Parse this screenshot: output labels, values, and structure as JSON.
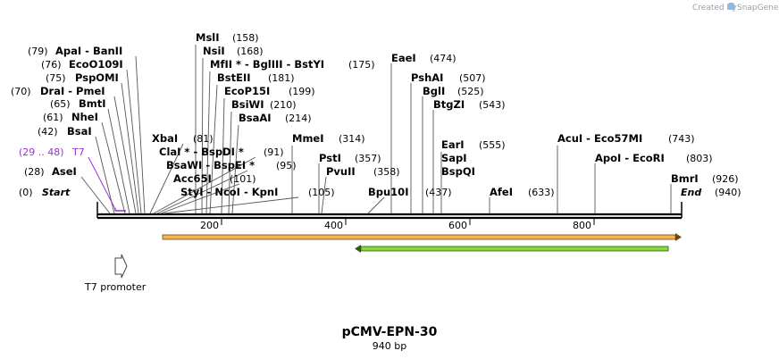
{
  "credit": {
    "prefix": "Created by",
    "brand": "SnapGene"
  },
  "plasmid": {
    "name": "pCMV-EPN-30",
    "length_label": "940 bp"
  },
  "axis": {
    "length_bp": 940,
    "ticks": [
      "200",
      "400",
      "600",
      "800"
    ]
  },
  "sites": [
    {
      "pos": "(0)",
      "name": "Start",
      "special": true
    },
    {
      "pos": "(28)",
      "name": "AseI"
    },
    {
      "pos": "(42)",
      "name": "BsaI"
    },
    {
      "pos": "(61)",
      "name": "NheI"
    },
    {
      "pos": "(65)",
      "name": "BmtI"
    },
    {
      "pos": "(70)",
      "name": "DraI  -  PmeI"
    },
    {
      "pos": "(75)",
      "name": "PspOMI"
    },
    {
      "pos": "(76)",
      "name": "EcoO109I"
    },
    {
      "pos": "(79)",
      "name": "ApaI  -  BanII"
    },
    {
      "pos": "(81)",
      "name": "XbaI"
    },
    {
      "pos": "(91)",
      "name": "ClaI *  -  BspDI *"
    },
    {
      "pos": "(95)",
      "name": "BsaWI  -  BspEI *"
    },
    {
      "pos": "(101)",
      "name": "Acc65I"
    },
    {
      "pos": "(105)",
      "name": "StyI   -  NcoI  -  KpnI"
    },
    {
      "pos": "(158)",
      "name": "MslI"
    },
    {
      "pos": "(168)",
      "name": "NsiI"
    },
    {
      "pos": "(175)",
      "name": "MfII *  -  BglIII  -  BstYI"
    },
    {
      "pos": "(181)",
      "name": "BstEII"
    },
    {
      "pos": "(199)",
      "name": "EcoP15I"
    },
    {
      "pos": "(210)",
      "name": "BsiWI"
    },
    {
      "pos": "(214)",
      "name": "BsaAI"
    },
    {
      "pos": "(314)",
      "name": "MmeI"
    },
    {
      "pos": "(357)",
      "name": "PstI"
    },
    {
      "pos": "(358)",
      "name": "PvuII"
    },
    {
      "pos": "(437)",
      "name": "Bpu10I"
    },
    {
      "pos": "(474)",
      "name": "EaeI"
    },
    {
      "pos": "(507)",
      "name": "PshAI"
    },
    {
      "pos": "(525)",
      "name": "BglI"
    },
    {
      "pos": "(543)",
      "name": "BtgZI"
    },
    {
      "pos": "(555)",
      "name": "EarI"
    },
    {
      "pos": "",
      "name": "SapI"
    },
    {
      "pos": "",
      "name": "BspQI"
    },
    {
      "pos": "(633)",
      "name": "AfeI"
    },
    {
      "pos": "(743)",
      "name": "AcuI  -  Eco57MI"
    },
    {
      "pos": "(803)",
      "name": "ApoI  -  EcoRI"
    },
    {
      "pos": "(926)",
      "name": "BmrI"
    },
    {
      "pos": "(940)",
      "name": "End",
      "special": true
    }
  ],
  "features": {
    "t7_label": {
      "range": "(29 .. 48)",
      "name": "T7"
    },
    "t7_promoter": {
      "name": "T7 promoter",
      "from": 29,
      "to": 48
    },
    "orange_arrow": {
      "from": 108,
      "to": 940,
      "color": "#f5a623"
    },
    "green_arrow": {
      "from": 420,
      "to": 928,
      "color": "#7ed321"
    }
  },
  "colors": {
    "t7": "#9b30d9",
    "backbone": "#000000",
    "orange": "#f6b44a",
    "green": "#8cd63f"
  }
}
